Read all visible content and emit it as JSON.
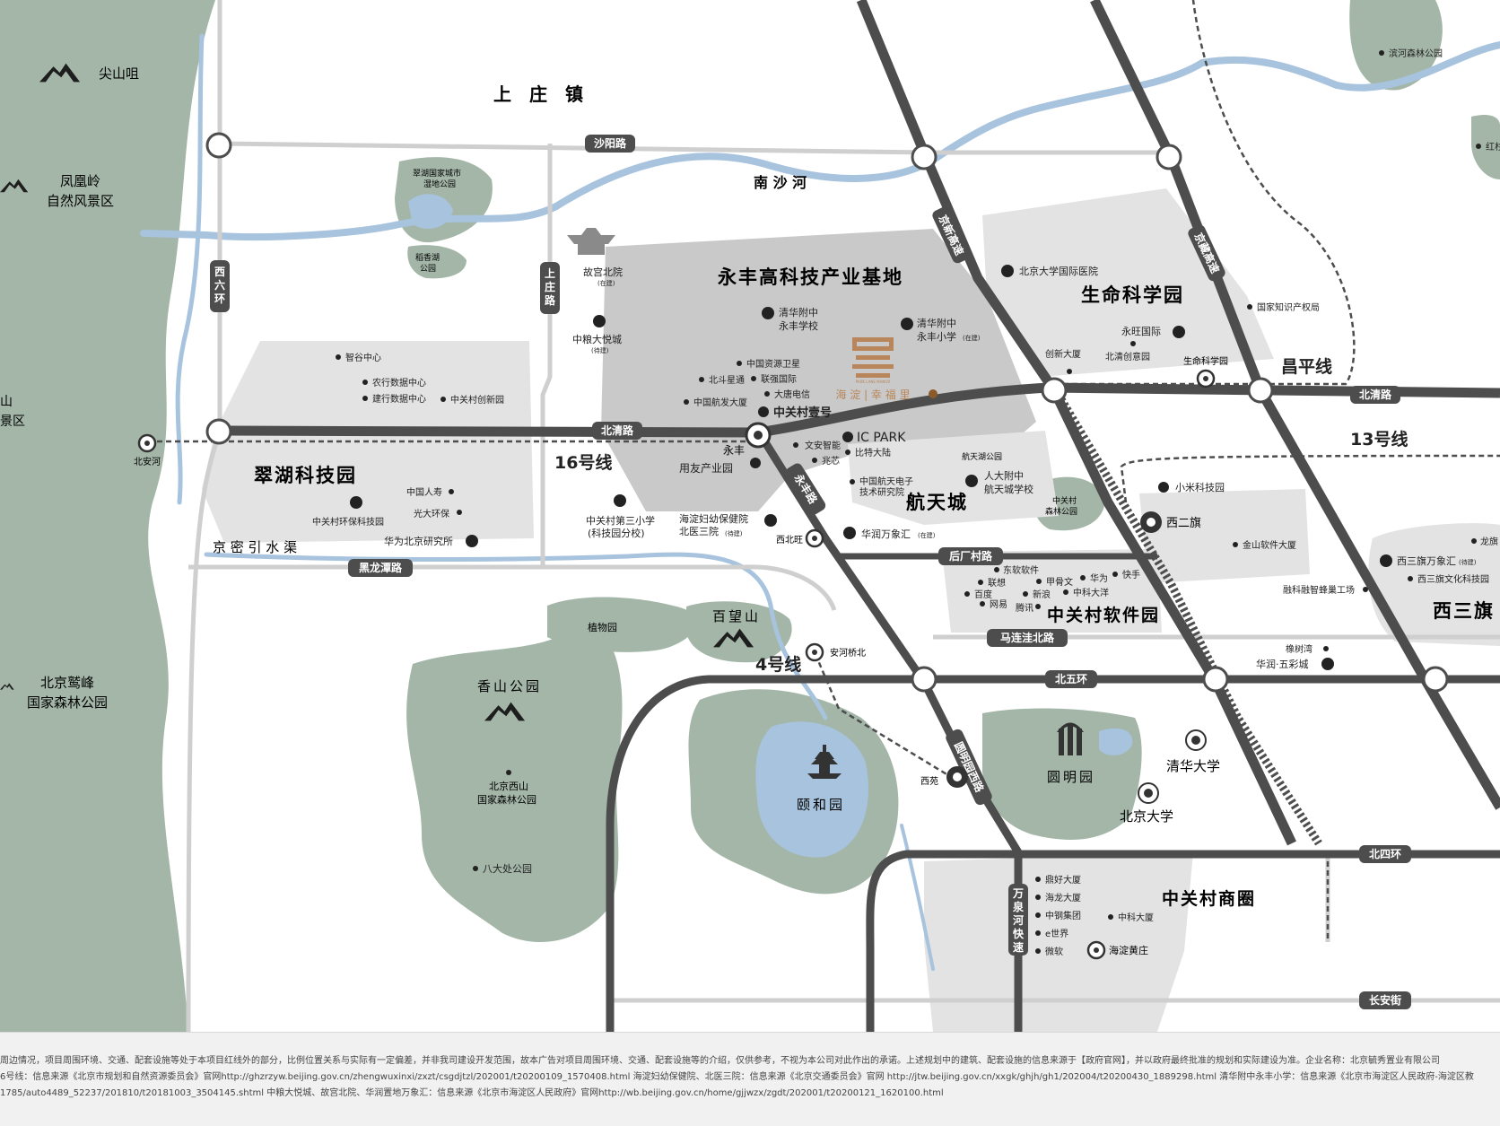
{
  "colors": {
    "green": "#a3b6a8",
    "gray_zone": "#c9c9c9",
    "light_zone": "#e3e3e3",
    "water": "#a7c3dd",
    "road_dark": "#4d4d4d",
    "road_light": "#cfcfcf",
    "accent": "#b8865a"
  },
  "icons": {
    "metro": "metro-station-icon",
    "transfer": "transfer-station-icon",
    "school": "school-icon",
    "hospital": "hospital-icon",
    "mall": "shopping-bag-icon",
    "office": "office-building-icon",
    "mountain": "mountain-icon"
  },
  "areas": {
    "shangzhuang": "上　庄　镇",
    "nanshahe": "南 沙 河",
    "yongfeng": "永丰高科技产业基地",
    "cuihu": "翠湖科技园",
    "life_science": "生命科学园",
    "hangtiancheng": "航天城",
    "software_park": "中关村软件园",
    "zgc_business": "中关村商圈",
    "xisanqi": "西三旗",
    "jianshan": "尖山咀",
    "fenghuangling": "凤凰岭\n自然风景区",
    "jiufeng": "北京鹫峰\n国家森林公园",
    "edge_scenic": "山\n景区",
    "xiangshan": "香山公园",
    "baiwangshan": "百望山",
    "yiheyuan": "颐和园",
    "yuanmingyuan": "圆明园",
    "tsinghua": "清华大学",
    "pku": "北京大学",
    "xishan_forest": "北京西山\n国家森林公园",
    "badachu": "八大处公园",
    "cuihu_wetland": "翠湖国家城市\n湿地公园",
    "daoxianghu": "稻香湖\n公园",
    "zhiwuyuan": "植物园",
    "hangtianhu": "航天湖公园",
    "zgc_forest": "中关村\n森林公园",
    "binhe_forest": "滨河森林公园",
    "jingmi_canal": "京 密 引 水 渠"
  },
  "roads": {
    "shayang": "沙阳路",
    "beiqing_w": "北清路",
    "beiqing_e": "北清路",
    "xiliuhuan": "西六环",
    "shangzhuang_rd": "上庄路",
    "jingxin": "京新高速",
    "jingzang": "京藏高速",
    "heilongtan": "黑龙潭路",
    "yongfeng_rd": "永丰路",
    "houchangcun": "后厂村路",
    "malianwa": "马连洼北路",
    "beiwuhuan": "北五环",
    "yuanmingyuan_w": "圆明园西路",
    "wanquanhe": "万泉河快速",
    "beisihuan": "北四环",
    "changan": "长安街"
  },
  "lines": {
    "l16": "16号线",
    "changping": "昌平线",
    "l13": "13号线",
    "l4": "4号线"
  },
  "stations": {
    "beianhe": "北安河",
    "yongfeng": "永丰",
    "xibeiwang": "西北旺",
    "anheqiaobei": "安河桥北",
    "xiyuan": "西苑",
    "xierqi": "西二旗",
    "life_sci": "生命科学园",
    "haidian_huangzhuang": "海淀黄庄"
  },
  "project": {
    "name": "海 淀 | 幸 福 里",
    "sub": "PARK LANE MANOR"
  },
  "pois": {
    "zhigu": "智谷中心",
    "nonghang": "农行数据中心",
    "jianhang": "建行数据中心",
    "zgc_chuangxin": "中关村创新园",
    "china_life": "中国人寿",
    "guangda": "光大环保",
    "zgc_huanbao": "中关村环保科技园",
    "huawei_bj": "华为北京研究所",
    "gugong_n": "故宫北院",
    "gugong_n_note": "(在建)",
    "zhongliang": "中粮大悦城",
    "zhongliang_note": "(待建)",
    "qh_yongfeng_school": "清华附中\n永丰学校",
    "qh_yongfeng_primary": "清华附中\n永丰小学",
    "qh_yongfeng_primary_note": "(在建)",
    "zhongguo_ziyuan": "中国资源卫星",
    "beidou": "北斗星通",
    "lianqiang": "联强国际",
    "hangfa": "中国航发大厦",
    "datang": "大唐电信",
    "zgc_no1": "中关村壹号",
    "icpark": "IC PARK",
    "wenan": "文安智能",
    "bite": "比特大陆",
    "zhaochi": "兆芯",
    "yongyou": "用友产业园",
    "hangtian_elec": "中国航天电子\n技术研究院",
    "renda_school": "人大附中\n航天城学校",
    "zgc_no3": "中关村第三小学\n(科技园分校)",
    "maternal": "海淀妇幼保健院\n北医三院",
    "maternal_note": "(待建)",
    "huarun_wanxiang": "华润万象汇",
    "huarun_note": "(在建)",
    "pku_hospital": "北京大学国际医院",
    "ip_office": "国家知识产权局",
    "yongwang": "永旺国际",
    "chuangxin": "创新大厦",
    "beiqing_chuangyi": "北清创意园",
    "xiaomi": "小米科技园",
    "jinshan": "金山软件大厦",
    "xisanqi_wanxiang": "西三旗万象汇",
    "xisanqi_wanxiang_note": "(待建)",
    "xisanqi_culture": "西三旗文化科技园",
    "ronghui": "融科融智蜂巢工场",
    "longyu": "龙旗",
    "hongjun": "红杉",
    "dongruan": "东软软件",
    "lianxiang": "联想",
    "jiagu": "甲骨文",
    "huawei": "华为",
    "kuaishou": "快手",
    "baidu": "百度",
    "xinlang": "新浪",
    "zkdy": "中科大洋",
    "wangyi": "网易",
    "tengxun": "腾讯",
    "xiangshuwan": "橡树湾",
    "wucaicheng": "华润·五彩城",
    "dinghao": "鼎好大厦",
    "hailong": "海龙大厦",
    "zhonggang": "中钢集团",
    "eshijie": "e世界",
    "weiruan": "微软",
    "zhongke": "中科大厦"
  },
  "disclaimer": [
    "周边情况，项目周围环境、交通、配套设施等处于本项目红线外的部分，比例位置关系与实际有一定偏差，并非我司建设开发范围，故本广告对项目周围环境、交通、配套设施等的介绍，仅供参考，不视为本公司对此作出的承诺。上述规划中的建筑、配套设施的信息来源于【政府官网】，并以政府最终批准的规划和实际建设为准。企业名称：北京毓秀置业有限公司",
    "6号线：信息来源《北京市规划和自然资源委员会》官网http://ghzrzyw.beijing.gov.cn/zhengwuxinxi/zxzt/csgdjtzl/202001/t20200109_1570408.html  海淀妇幼保健院、北医三院：信息来源《北京交通委员会》官网 http://jtw.beijing.gov.cn/xxgk/ghjh/gh1/202004/t20200430_1889298.html  清华附中永丰小学：信息来源《北京市海淀区人民政府-海淀区教",
    "1785/auto4489_52237/201810/t20181003_3504145.shtml  中粮大悦城、故宫北院、华润置地万象汇：信息来源《北京市海淀区人民政府》官网http://wb.beijing.gov.cn/home/gjjwzx/zgdt/202001/t20200121_1620100.html"
  ]
}
